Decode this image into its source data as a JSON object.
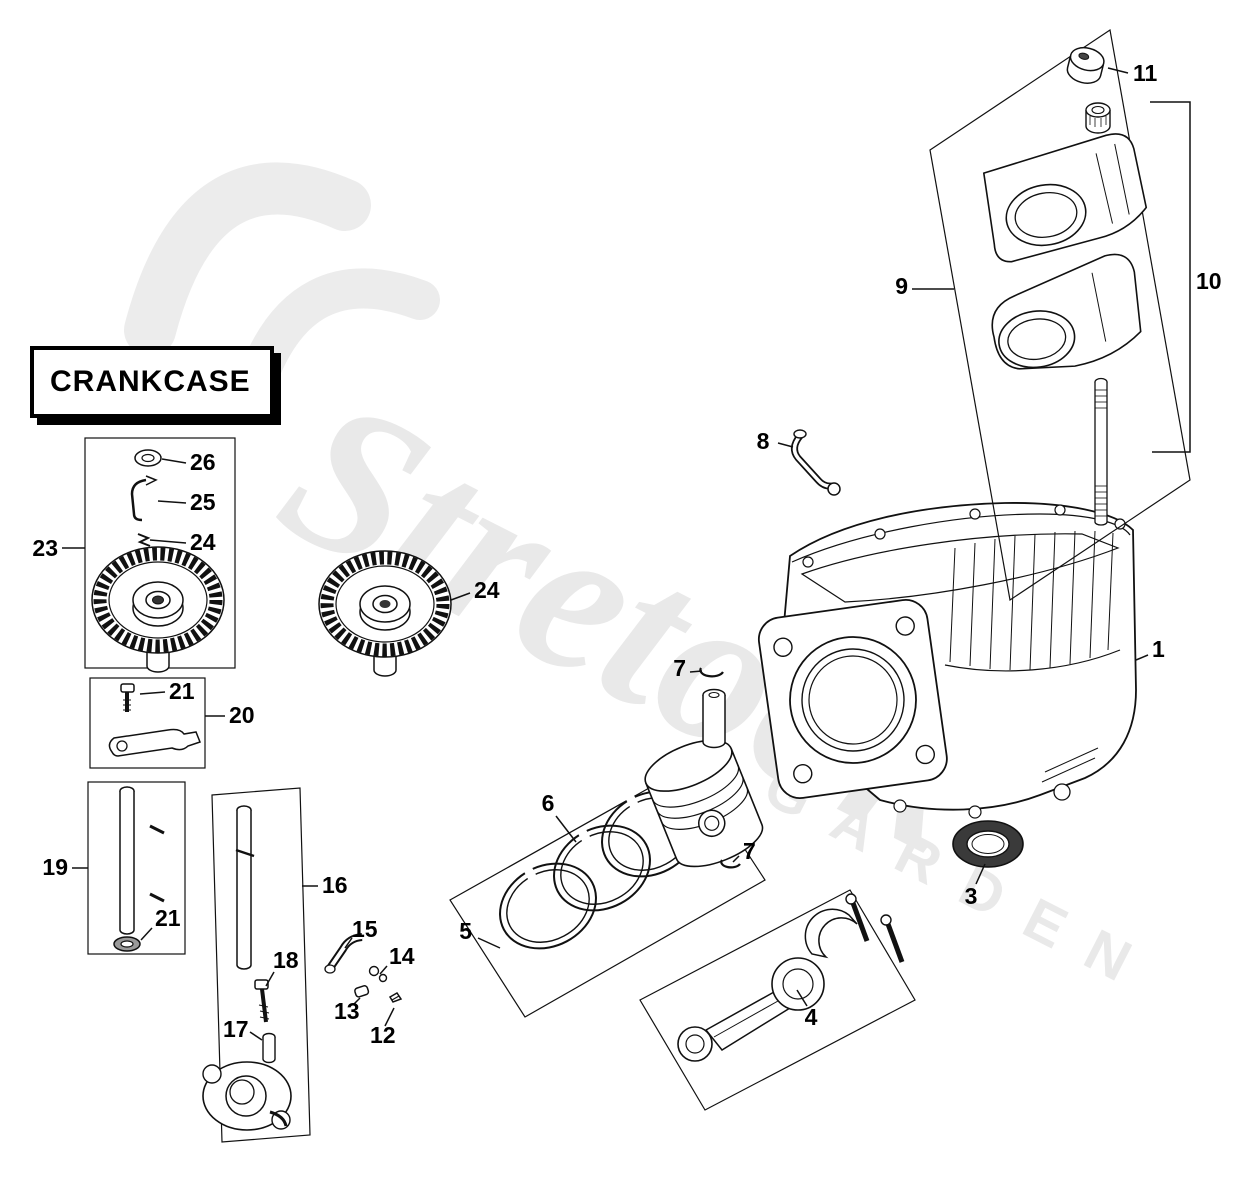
{
  "title": "CRANKCASE",
  "watermark": {
    "main": "Stretook",
    "sub": "GARDEN"
  },
  "callouts": {
    "n1": "1",
    "n3": "3",
    "n4": "4",
    "n5": "5",
    "n6": "6",
    "n7a": "7",
    "n7b": "7",
    "n8": "8",
    "n9": "9",
    "n10": "10",
    "n11": "11",
    "n12": "12",
    "n13": "13",
    "n14": "14",
    "n15": "15",
    "n16": "16",
    "n17": "17",
    "n18": "18",
    "n19": "19",
    "n20": "20",
    "n21a": "21",
    "n21b": "21",
    "n23": "23",
    "n24a": "24",
    "n24b": "24",
    "n25": "25",
    "n26": "26"
  }
}
